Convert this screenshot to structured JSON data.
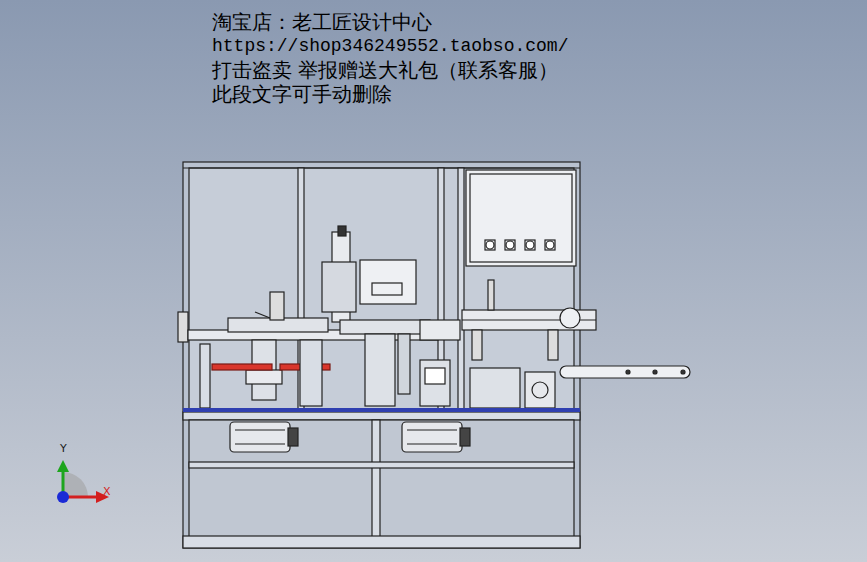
{
  "diagram": {
    "labels": [
      "淘宝店：老工匠设计中心",
      "https://shop346249552.taobso.com/",
      "打击盗卖 举报赠送大礼包（联系客服）",
      "此段文字可手动删除",
      "Y",
      "X"
    ]
  }
}
